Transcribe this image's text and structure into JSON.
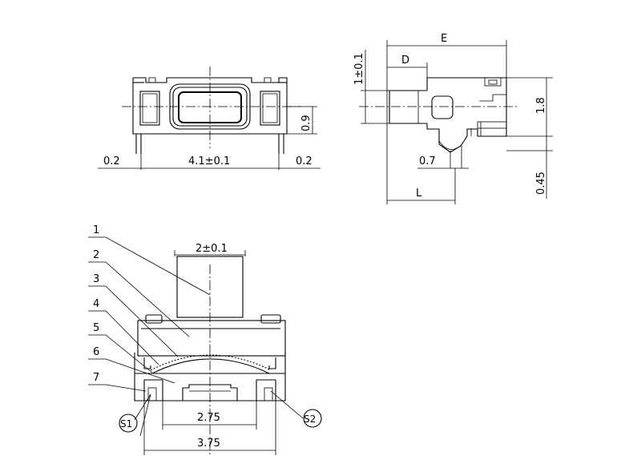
{
  "top_view": {
    "dim_height": "0.9",
    "dim_left_gap": "0.2",
    "dim_width": "4.1±0.1",
    "dim_right_gap": "0.2"
  },
  "side_view": {
    "dim_E": "E",
    "dim_D": "D",
    "dim_1": "1±0.1",
    "dim_18": "1.8",
    "dim_07": "0.7",
    "dim_045": "0.45",
    "dim_L": "L"
  },
  "section_view": {
    "dim_actuator": "2±0.1",
    "dim_275": "2.75",
    "dim_375": "3.75",
    "s1": "S1",
    "s2": "S2",
    "callouts": [
      "1",
      "2",
      "3",
      "4",
      "5",
      "6",
      "7"
    ]
  }
}
